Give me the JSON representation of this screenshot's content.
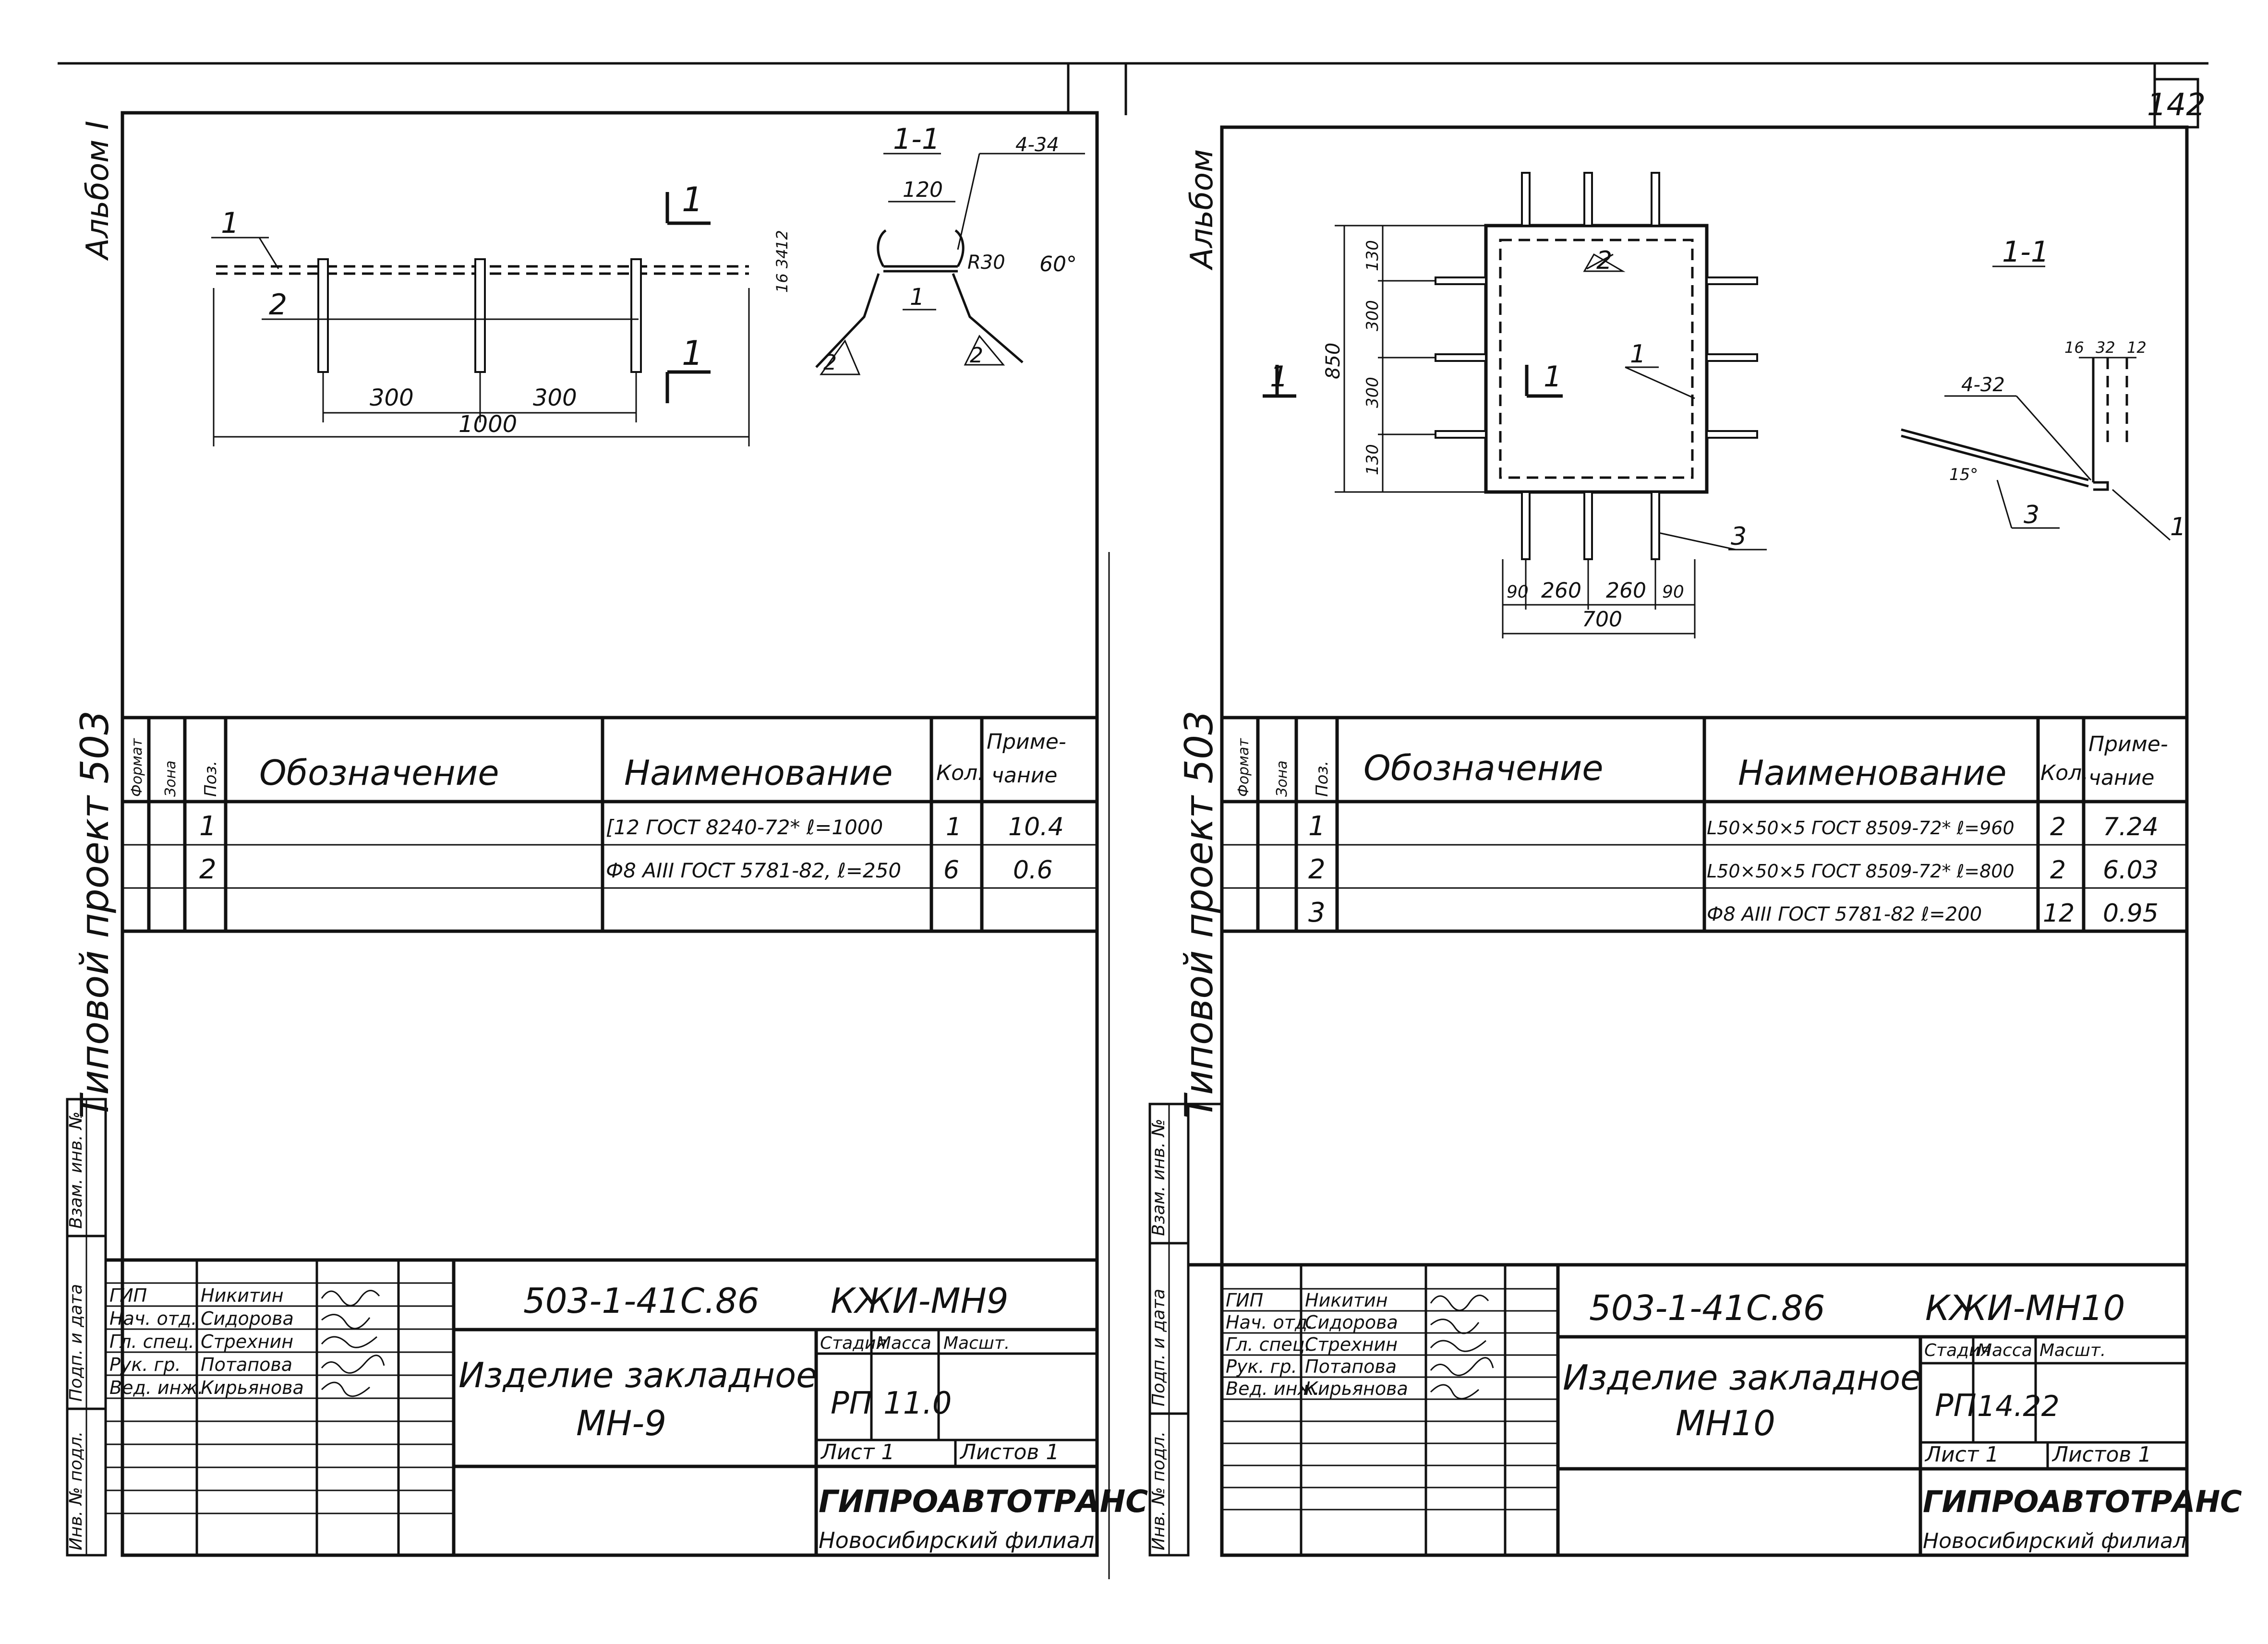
{
  "page_number": "142",
  "left_sheet": {
    "side_album": "Альбом I",
    "side_project": "Типовой проект 503",
    "margin_labels": [
      "Взам. инв. №",
      "Подп. и дата",
      "Инв. № подл."
    ],
    "drawing": {
      "pos_1": "1",
      "pos_2": "2",
      "section_mark": "1",
      "dim_300a": "300",
      "dim_300b": "300",
      "dim_1000": "1000",
      "section_title": "1-1",
      "dim_120": "120",
      "dim_12": "12",
      "dim_16": "16",
      "dim_34": "34",
      "dim_r30": "R30",
      "dim_60": "60°",
      "weld": "4-34",
      "sec_pos_1": "1",
      "sec_pos_2a": "2",
      "sec_pos_2b": "2"
    },
    "spec": {
      "headers": {
        "format": "Формат",
        "zone": "Зона",
        "pos": "Поз.",
        "designation": "Обозначение",
        "name": "Наименование",
        "qty": "Кол.",
        "note": "Приме-\nчание",
        "note1": "Приме-",
        "note2": "чание"
      },
      "rows": [
        {
          "pos": "1",
          "name": "[12 ГОСТ 8240-72* ℓ=1000",
          "qty": "1",
          "note": "10.4"
        },
        {
          "pos": "2",
          "name": "Ф8 АIII ГОСТ 5781-82, ℓ=250",
          "qty": "6",
          "note": "0.6"
        }
      ]
    },
    "title_block": {
      "code": "503-1-41С.86",
      "mark": "КЖИ-МН9",
      "title_line1": "Изделие закладное",
      "title_line2": "МН-9",
      "stage_label": "Стадия",
      "mass_label": "Масса",
      "scale_label": "Масшт.",
      "stage": "РП",
      "mass": "11.0",
      "sheet_label": "Лист 1",
      "sheets_label": "Листов 1",
      "org": "ГИПРОАВТОТРАНС",
      "branch": "Новосибирский филиал",
      "people": [
        {
          "role": "ГИП",
          "name": "Никитин"
        },
        {
          "role": "Нач. отд.",
          "name": "Сидорова"
        },
        {
          "role": "Гл. спец.",
          "name": "Стрехнин"
        },
        {
          "role": "Рук. гр.",
          "name": "Потапова"
        },
        {
          "role": "Вед. инж.",
          "name": "Кирьянова"
        }
      ]
    }
  },
  "right_sheet": {
    "side_album": "Альбом",
    "side_project": "Типовой проект 503",
    "margin_labels": [
      "Взам. инв. №",
      "Подп. и дата",
      "Инв. № подл."
    ],
    "drawing": {
      "pos_1": "1",
      "pos_2": "2",
      "pos_3": "3",
      "section_mark": "1",
      "dim_850": "850",
      "dim_130a": "130",
      "dim_300a": "300",
      "dim_300b": "300",
      "dim_130b": "130",
      "dim_90a": "90",
      "dim_260a": "260",
      "dim_260b": "260",
      "dim_90b": "90",
      "dim_700": "700",
      "section_title": "1-1",
      "dim_16": "16",
      "dim_32": "32",
      "dim_12": "12",
      "dim_15": "15°",
      "weld": "4-32",
      "sec_pos_1": "1",
      "sec_pos_3": "3"
    },
    "spec": {
      "headers": {
        "format": "Формат",
        "zone": "Зона",
        "pos": "Поз.",
        "designation": "Обозначение",
        "name": "Наименование",
        "qty": "Кол.",
        "note": "Приме-\nчание",
        "note1": "Приме-",
        "note2": "чание"
      },
      "rows": [
        {
          "pos": "1",
          "name": "L50×50×5 ГОСТ 8509-72* ℓ=960",
          "qty": "2",
          "note": "7.24"
        },
        {
          "pos": "2",
          "name": "L50×50×5 ГОСТ 8509-72* ℓ=800",
          "qty": "2",
          "note": "6.03"
        },
        {
          "pos": "3",
          "name": "Ф8 АIII ГОСТ 5781-82 ℓ=200",
          "qty": "12",
          "note": "0.95"
        }
      ]
    },
    "title_block": {
      "code": "503-1-41С.86",
      "mark": "КЖИ-МН10",
      "title_line1": "Изделие закладное",
      "title_line2": "МН10",
      "stage_label": "Стадия",
      "mass_label": "Масса",
      "scale_label": "Масшт.",
      "stage": "РП",
      "mass": "14.22",
      "sheet_label": "Лист 1",
      "sheets_label": "Листов 1",
      "org": "ГИПРОАВТОТРАНС",
      "branch": "Новосибирский филиал",
      "people": [
        {
          "role": "ГИП",
          "name": "Никитин"
        },
        {
          "role": "Нач. отд.",
          "name": "Сидорова"
        },
        {
          "role": "Гл. спец.",
          "name": "Стрехнин"
        },
        {
          "role": "Рук. гр.",
          "name": "Потапова"
        },
        {
          "role": "Вед. инж.",
          "name": "Кирьянова"
        }
      ]
    }
  }
}
